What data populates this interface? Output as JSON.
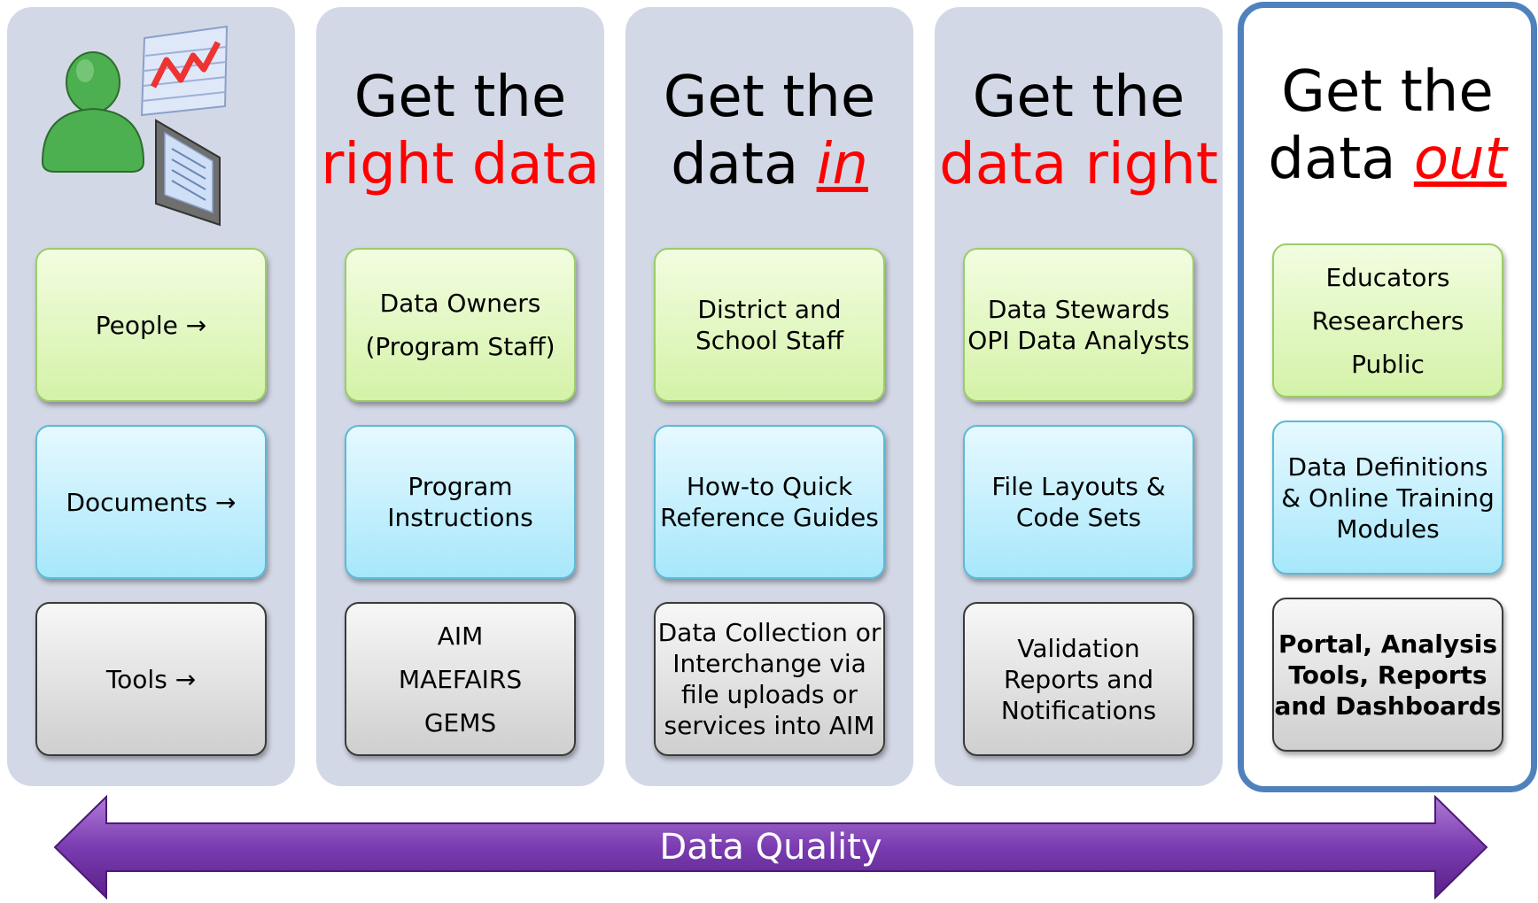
{
  "legend": {
    "people": "People",
    "documents": "Documents",
    "tools": "Tools",
    "arrow_glyph": "→"
  },
  "columns": [
    {
      "heading_line1": "Get the",
      "heading_line2": "right data",
      "people": [
        "Data Owners",
        "(Program Staff)"
      ],
      "documents": [
        "Program",
        "Instructions"
      ],
      "tools": [
        "AIM",
        "MAEFAIRS",
        "GEMS"
      ]
    },
    {
      "heading_line1": "Get the",
      "heading_line2_plain": "data ",
      "heading_line2_emph": "in",
      "people": [
        "District and",
        "School Staff"
      ],
      "documents": [
        "How-to Quick",
        "Reference Guides"
      ],
      "tools": [
        "Data Collection or",
        "Interchange via",
        "file uploads or",
        "services into AIM"
      ]
    },
    {
      "heading_line1": "Get the",
      "heading_line2": "data right",
      "people": [
        "Data Stewards",
        "OPI Data Analysts"
      ],
      "documents": [
        "File Layouts &",
        "Code Sets"
      ],
      "tools": [
        "Validation",
        "Reports and",
        "Notifications"
      ]
    },
    {
      "heading_line1": "Get the",
      "heading_line2_plain": "data ",
      "heading_line2_emph": "out",
      "people": [
        "Educators",
        "Researchers",
        "Public"
      ],
      "documents": [
        "Data Definitions",
        "& Online Training",
        "Modules"
      ],
      "tools": [
        "Portal, Analysis",
        "Tools, Reports",
        "and Dashboards"
      ]
    }
  ],
  "arrow_label": "Data Quality",
  "icons": [
    "person-icon",
    "chart-icon",
    "monitor-icon"
  ],
  "colors": {
    "column_bg": "#d3d8e6",
    "highlight_border": "#4f81bd",
    "emphasis_red": "#ff0000",
    "people_box": "#d4f2a8",
    "documents_box": "#a7e7fb",
    "tools_box": "#cfcfcf",
    "arrow_purple": "#7030a0"
  }
}
